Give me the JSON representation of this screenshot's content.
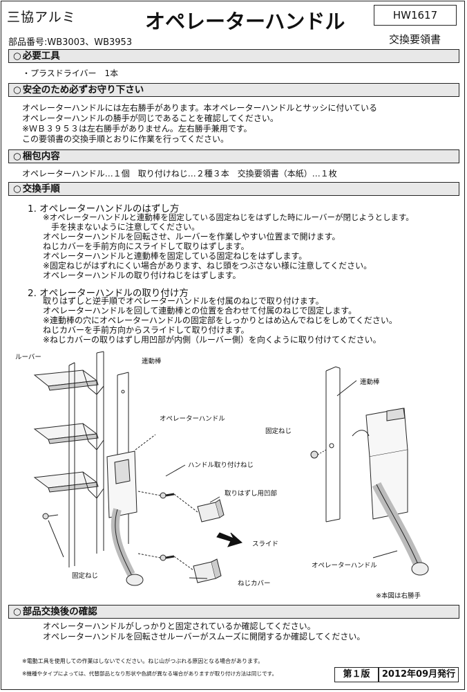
{
  "header": {
    "logo": "三協アルミ",
    "title": "オペレーターハンドル",
    "doc_number": "HW1617",
    "part_numbers": "部品番号:WB3003、WB3953",
    "doc_type": "交換要領書"
  },
  "sections": {
    "tools": {
      "heading": "必要工具",
      "items": [
        "・プラスドライバー　1本"
      ]
    },
    "safety": {
      "heading": "安全のため必ずお守り下さい",
      "lines": [
        "オペレーターハンドルには左右勝手があります。本オペレーターハンドルとサッシに付いている",
        "オペレーターハンドルの勝手が同じであることを確認してください。",
        "※ＷＢ３９５３は左右勝手がありません。左右勝手兼用です。",
        "この要領書の交換手順とおりに作業を行ってください。"
      ]
    },
    "package": {
      "heading": "梱包内容",
      "line": "オペレーターハンドル…１個　取り付けねじ…２種３本　交換要領書（本紙）…１枚"
    },
    "procedure": {
      "heading": "交換手順",
      "step1": {
        "title": "1.  オペレーターハンドルのはずし方",
        "lines": [
          "※オペレーターハンドルと連動棒を固定している固定ねじをはずした時にルーバーが閉じようとします。",
          "　手を挟まないように注意してください。",
          "オペレーターハンドルを回転させ、ルーバーを作業しやすい位置まで開けます。",
          "ねじカバーを手前方向にスライドして取りはずします。",
          "オペレーターハンドルと連動棒を固定している固定ねじをはずします。",
          "※固定ねじがはずれにくい場合があります、ねじ頭をつぶさない様に注意してください。",
          "オペレーターハンドルの取り付けねじをはずします。"
        ]
      },
      "step2": {
        "title": "2.  オペレーターハンドルの取り付け方",
        "lines": [
          "取りはずしと逆手順でオペレーターハンドルを付属のねじで取り付けます。",
          "オペレーターハンドルを回して連動棒との位置を合わせて付属のねじで固定します。",
          "※連動棒の穴にオペレーターハンドルの固定部をしっかりとはめ込んでねじをしめてください。",
          "ねじカバーを手前方向からスライドして取り付けます。",
          "※ねじカバーの取りはずし用凹部が内側（ルーバー側）を向くように取り付けてください。"
        ]
      }
    },
    "check": {
      "heading": "部品交換後の確認",
      "lines": [
        "オペレーターハンドルがしっかりと固定されているか確認してください。",
        "オペレーターハンドルを回転させルーバーがスムーズに開閉するか確認してください。"
      ]
    }
  },
  "diagram": {
    "louver": "ルーバー",
    "rod_left": "連動棒",
    "handle_left": "オペレーターハンドル",
    "handle_screw": "ハンドル取り付けねじ",
    "recess": "取りはずし用凹部",
    "slide": "スライド",
    "fix_screw_left": "固定ねじ",
    "screw_cover": "ねじカバー",
    "rod_right": "連動棒",
    "fix_screw_right": "固定ねじ",
    "handle_right": "オペレーターハンドル",
    "note": "※本図は右勝手"
  },
  "footer": {
    "note1": "※電動工具を使用しての作業はしないでください。ねじ山がつぶれる原因となる場合があります。",
    "note2": "※機種やタイプによっては、代替部品となり形状や色調が異なる場合がありますが取り付け方法は同じです。",
    "edition": "第１版",
    "date": "2012年09月発行"
  }
}
